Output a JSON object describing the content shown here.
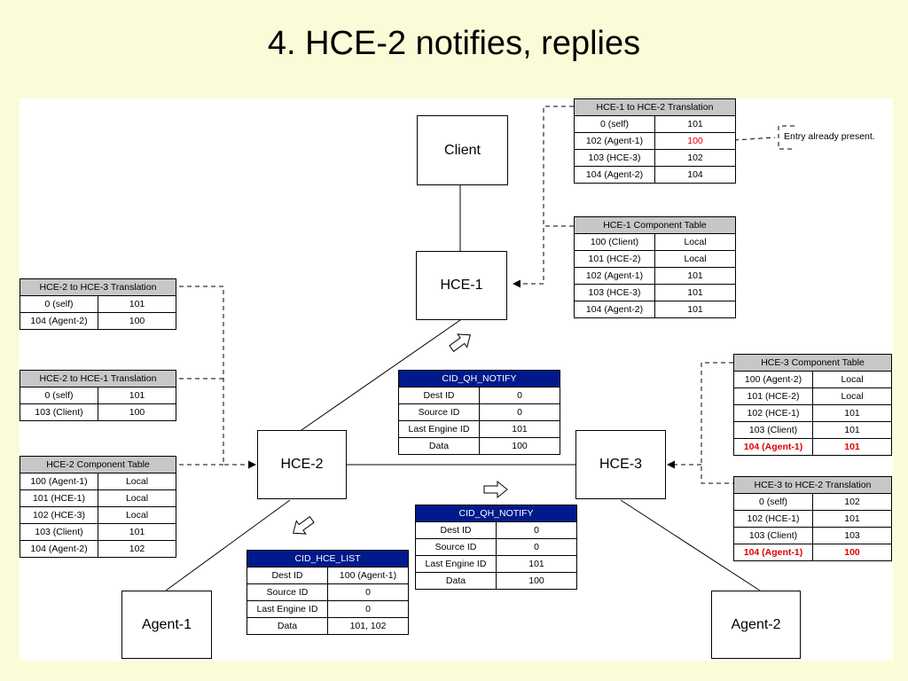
{
  "title": "4. HCE-2 notifies, replies",
  "nodes": {
    "client": "Client",
    "hce1": "HCE-1",
    "hce2": "HCE-2",
    "hce3": "HCE-3",
    "agent1": "Agent-1",
    "agent2": "Agent-2"
  },
  "tables": {
    "hce1_to_hce2": {
      "title": "HCE-1 to HCE-2 Translation",
      "rows": [
        [
          "0 (self)",
          "101"
        ],
        [
          "102 (Agent-1)",
          "100"
        ],
        [
          "103 (HCE-3)",
          "102"
        ],
        [
          "104 (Agent-2)",
          "104"
        ]
      ]
    },
    "hce1_component": {
      "title": "HCE-1 Component Table",
      "rows": [
        [
          "100 (Client)",
          "Local"
        ],
        [
          "101 (HCE-2)",
          "Local"
        ],
        [
          "102 (Agent-1)",
          "101"
        ],
        [
          "103 (HCE-3)",
          "101"
        ],
        [
          "104 (Agent-2)",
          "101"
        ]
      ]
    },
    "hce2_to_hce3": {
      "title": "HCE-2 to HCE-3 Translation",
      "rows": [
        [
          "0 (self)",
          "101"
        ],
        [
          "104 (Agent-2)",
          "100"
        ]
      ]
    },
    "hce2_to_hce1": {
      "title": "HCE-2 to HCE-1 Translation",
      "rows": [
        [
          "0 (self)",
          "101"
        ],
        [
          "103 (Client)",
          "100"
        ]
      ]
    },
    "hce2_component": {
      "title": "HCE-2 Component Table",
      "rows": [
        [
          "100 (Agent-1)",
          "Local"
        ],
        [
          "101 (HCE-1)",
          "Local"
        ],
        [
          "102 (HCE-3)",
          "Local"
        ],
        [
          "103 (Client)",
          "101"
        ],
        [
          "104 (Agent-2)",
          "102"
        ]
      ]
    },
    "hce3_component": {
      "title": "HCE-3 Component Table",
      "rows": [
        [
          "100 (Agent-2)",
          "Local"
        ],
        [
          "101 (HCE-2)",
          "Local"
        ],
        [
          "102 (HCE-1)",
          "101"
        ],
        [
          "103 (Client)",
          "101"
        ],
        [
          "104 (Agent-1)",
          "101"
        ]
      ]
    },
    "hce3_to_hce2": {
      "title": "HCE-3 to HCE-2 Translation",
      "rows": [
        [
          "0 (self)",
          "102"
        ],
        [
          "102 (HCE-1)",
          "101"
        ],
        [
          "103 (Client)",
          "103"
        ],
        [
          "104 (Agent-1)",
          "100"
        ]
      ]
    }
  },
  "messages": {
    "qh_notify_hce1": {
      "title": "CID_QH_NOTIFY",
      "rows": [
        [
          "Dest ID",
          "0"
        ],
        [
          "Source ID",
          "0"
        ],
        [
          "Last Engine ID",
          "101"
        ],
        [
          "Data",
          "100"
        ]
      ]
    },
    "qh_notify_hce3": {
      "title": "CID_QH_NOTIFY",
      "rows": [
        [
          "Dest ID",
          "0"
        ],
        [
          "Source ID",
          "0"
        ],
        [
          "Last Engine ID",
          "101"
        ],
        [
          "Data",
          "100"
        ]
      ]
    },
    "hce_list_agent1": {
      "title": "CID_HCE_LIST",
      "rows": [
        [
          "Dest ID",
          "100 (Agent-1)"
        ],
        [
          "Source ID",
          "0"
        ],
        [
          "Last Engine ID",
          "0"
        ],
        [
          "Data",
          "101, 102"
        ]
      ]
    }
  },
  "note_entry_present": "Entry already present.",
  "colors": {
    "highlight": "#e00000",
    "message_header": "#001a8c",
    "table_header": "#c7c7c7",
    "slide_background": "#fbfbd8"
  }
}
